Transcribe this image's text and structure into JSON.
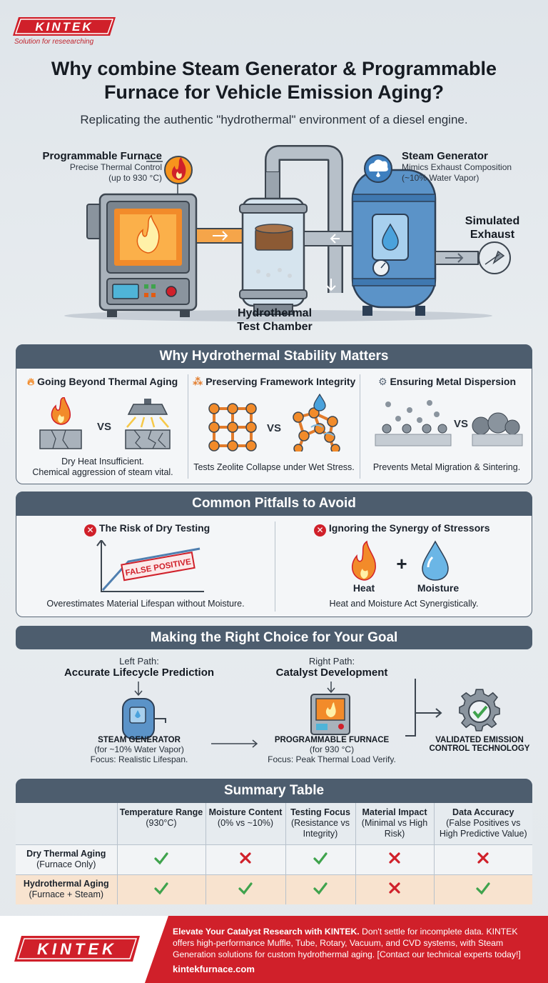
{
  "brand": {
    "logo_text": "KINTEK",
    "tagline": "Solution for reseearching",
    "color": "#d0202a"
  },
  "header": {
    "title_line1": "Why combine Steam Generator & Programmable",
    "title_line2": "Furnace for Vehicle Emission Aging?",
    "subtitle": "Replicating the authentic \"hydrothermal\" environment of a diesel engine."
  },
  "hero": {
    "furnace": {
      "title": "Programmable Furnace",
      "sub1": "Precise Thermal Control",
      "sub2": "(up to 930 °C)",
      "icon": "flame-icon"
    },
    "steam": {
      "title": "Steam Generator",
      "sub1": "Mimics Exhaust Composition",
      "sub2": "(~10% Water Vapor)",
      "icon": "cloud-drop-icon"
    },
    "exhaust": {
      "line1": "Simulated",
      "line2": "Exhaust"
    },
    "chamber": {
      "line1": "Hydrothermal",
      "line2": "Test Chamber"
    }
  },
  "stability": {
    "heading": "Why Hydrothermal Stability Matters",
    "cols": [
      {
        "title": "Going Beyond Thermal Aging",
        "vs": "VS",
        "caption1": "Dry Heat Insufficient.",
        "caption2": "Chemical aggression of steam vital."
      },
      {
        "title": "Preserving Framework Integrity",
        "vs": "VS",
        "caption1": "Tests Zeolite Collapse under Wet Stress."
      },
      {
        "title": "Ensuring Metal Dispersion",
        "vs": "VS",
        "caption1": "Prevents Metal Migration & Sintering."
      }
    ]
  },
  "pitfalls": {
    "heading": "Common Pitfalls to Avoid",
    "left": {
      "title": "The Risk of Dry Testing",
      "stamp": "FALSE POSITIVE",
      "caption": "Overestimates Material Lifespan without Moisture."
    },
    "right": {
      "title": "Ignoring the Synergy of Stressors",
      "plus": "+",
      "heat": "Heat",
      "moisture": "Moisture",
      "caption": "Heat and Moisture Act Synergistically."
    }
  },
  "choice": {
    "heading": "Making the Right Choice for Your Goal",
    "left": {
      "small": "Left Path:",
      "big": "Accurate Lifecycle Prediction",
      "device": "STEAM GENERATOR",
      "device_sub": "(for ~10% Water Vapor)",
      "focus": "Focus: Realistic Lifespan."
    },
    "right": {
      "small": "Right Path:",
      "big": "Catalyst Development",
      "device": "PROGRAMMABLE FURNACE",
      "device_sub": "(for 930 °C)",
      "focus": "Focus: Peak Thermal Load Verify."
    },
    "result_line1": "VALIDATED EMISSION",
    "result_line2": "CONTROL TECHNOLOGY"
  },
  "summary": {
    "heading": "Summary Table",
    "columns": [
      {
        "title": "Temperature Range",
        "sub": "(930°C)"
      },
      {
        "title": "Moisture Content",
        "sub": "(0% vs ~10%)"
      },
      {
        "title": "Testing Focus",
        "sub": "(Resistance vs Integrity)"
      },
      {
        "title": "Material Impact",
        "sub": "(Minimal vs High Risk)"
      },
      {
        "title": "Data Accuracy",
        "sub": "(False Positives vs High Predictive Value)"
      }
    ],
    "rows": [
      {
        "title": "Dry Thermal Aging",
        "sub": "(Furnace Only)",
        "marks": [
          "check",
          "cross",
          "check",
          "cross",
          "cross"
        ]
      },
      {
        "title": "Hydrothermal Aging",
        "sub": "(Furnace + Steam)",
        "marks": [
          "check",
          "check",
          "check",
          "cross",
          "check"
        ]
      }
    ],
    "check_color": "#3fa34d",
    "cross_color": "#d0202a"
  },
  "footer": {
    "bold": "Elevate Your Catalyst Research with KINTEK.",
    "text": " Don't settle for incomplete data. KINTEK offers high-performance Muffle, Tube, Rotary, Vacuum, and CVD systems, with Steam Generation solutions for custom hydrothermal aging. [Contact our technical experts today!]",
    "url": "kintekfurnace.com"
  }
}
